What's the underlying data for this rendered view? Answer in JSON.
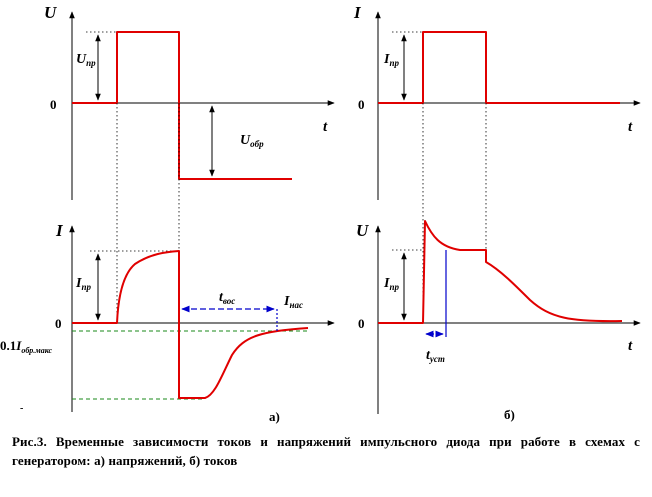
{
  "labels": {
    "U": "U",
    "I": "I",
    "t": "t",
    "zero": "0",
    "U_pr": "U",
    "U_pr_sub": "пр",
    "U_obr": "U",
    "U_obr_sub": "обр",
    "I_pr": "I",
    "I_pr_sub": "пр",
    "t_vos": "t",
    "t_vos_sub": "вос",
    "I_nas": "I",
    "I_nas_sub": "нас",
    "obr_prefix": "0.1",
    "obr_I": "I",
    "obr_sub": "обр.макс",
    "t_ust": "t",
    "t_ust_sub": "уст",
    "panel_a": "а)",
    "panel_b": "б)",
    "marker": "-"
  },
  "caption": "Рис.3. Временные зависимости токов и напряжений импульсного диода при работе в схемах с генератором: а) напряжений, б) токов",
  "colors": {
    "signal": "#e00000",
    "dimension": "#0000cc",
    "reference": "#1a8a1a",
    "axis": "#000000"
  },
  "icons": {
    "arrow": "arrowhead"
  }
}
